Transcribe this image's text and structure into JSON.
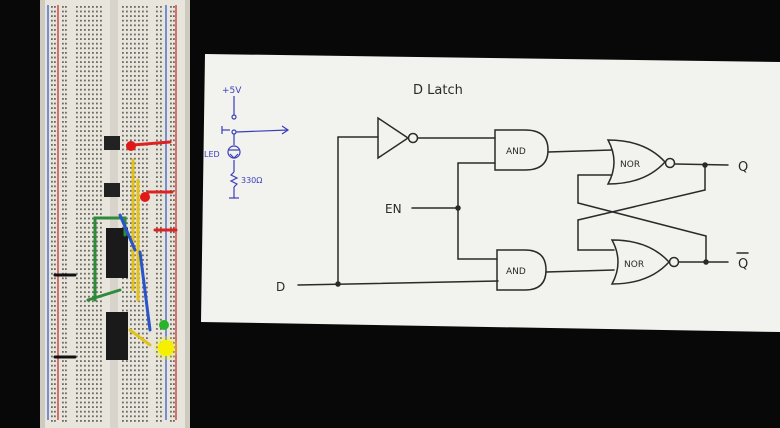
{
  "paper": {
    "title": "D Latch",
    "input_d": "D",
    "input_en": "EN",
    "gate_and_top": "AND",
    "gate_and_bottom": "AND",
    "gate_nor_top": "NOR",
    "gate_nor_bottom": "NOR",
    "output_q": "Q",
    "output_q_bar": "Q"
  },
  "sketch": {
    "supply": "+5V",
    "led_label": "LED",
    "resistor_label": "330Ω"
  },
  "colors": {
    "paper": "#f2f2ef",
    "ink": "#2a2a2a",
    "blue_ink": "#3a3fb8",
    "breadboard": "#e9e6df",
    "led_red": "#e01818",
    "led_green": "#28b428",
    "led_yellow": "#f4f000"
  }
}
